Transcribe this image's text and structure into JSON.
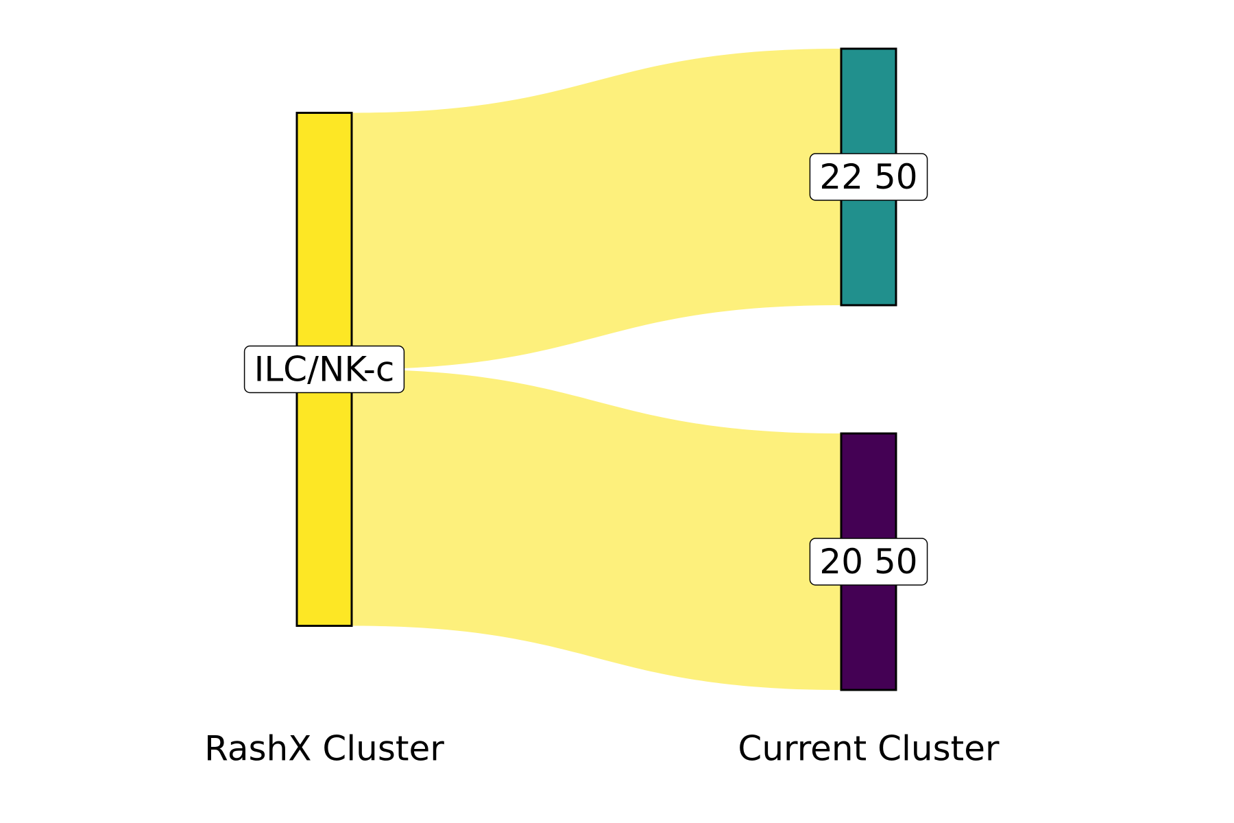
{
  "chart_data": {
    "type": "sankey",
    "columns": [
      {
        "label": "RashX Cluster",
        "nodes": [
          {
            "id": "ilc",
            "label": "ILC/NK-c",
            "value": 2,
            "color": "#fde725"
          }
        ]
      },
      {
        "label": "Current Cluster",
        "nodes": [
          {
            "id": "c2250",
            "label": "22 50",
            "value": 1,
            "color": "#21908d"
          },
          {
            "id": "c2050",
            "label": "20 50",
            "value": 1,
            "color": "#440154"
          }
        ]
      }
    ],
    "links": [
      {
        "source": "ilc",
        "target": "c2250",
        "value": 1
      },
      {
        "source": "ilc",
        "target": "c2050",
        "value": 1
      }
    ],
    "flow_color": "#fdf07c",
    "node_border_color": "#000000"
  }
}
